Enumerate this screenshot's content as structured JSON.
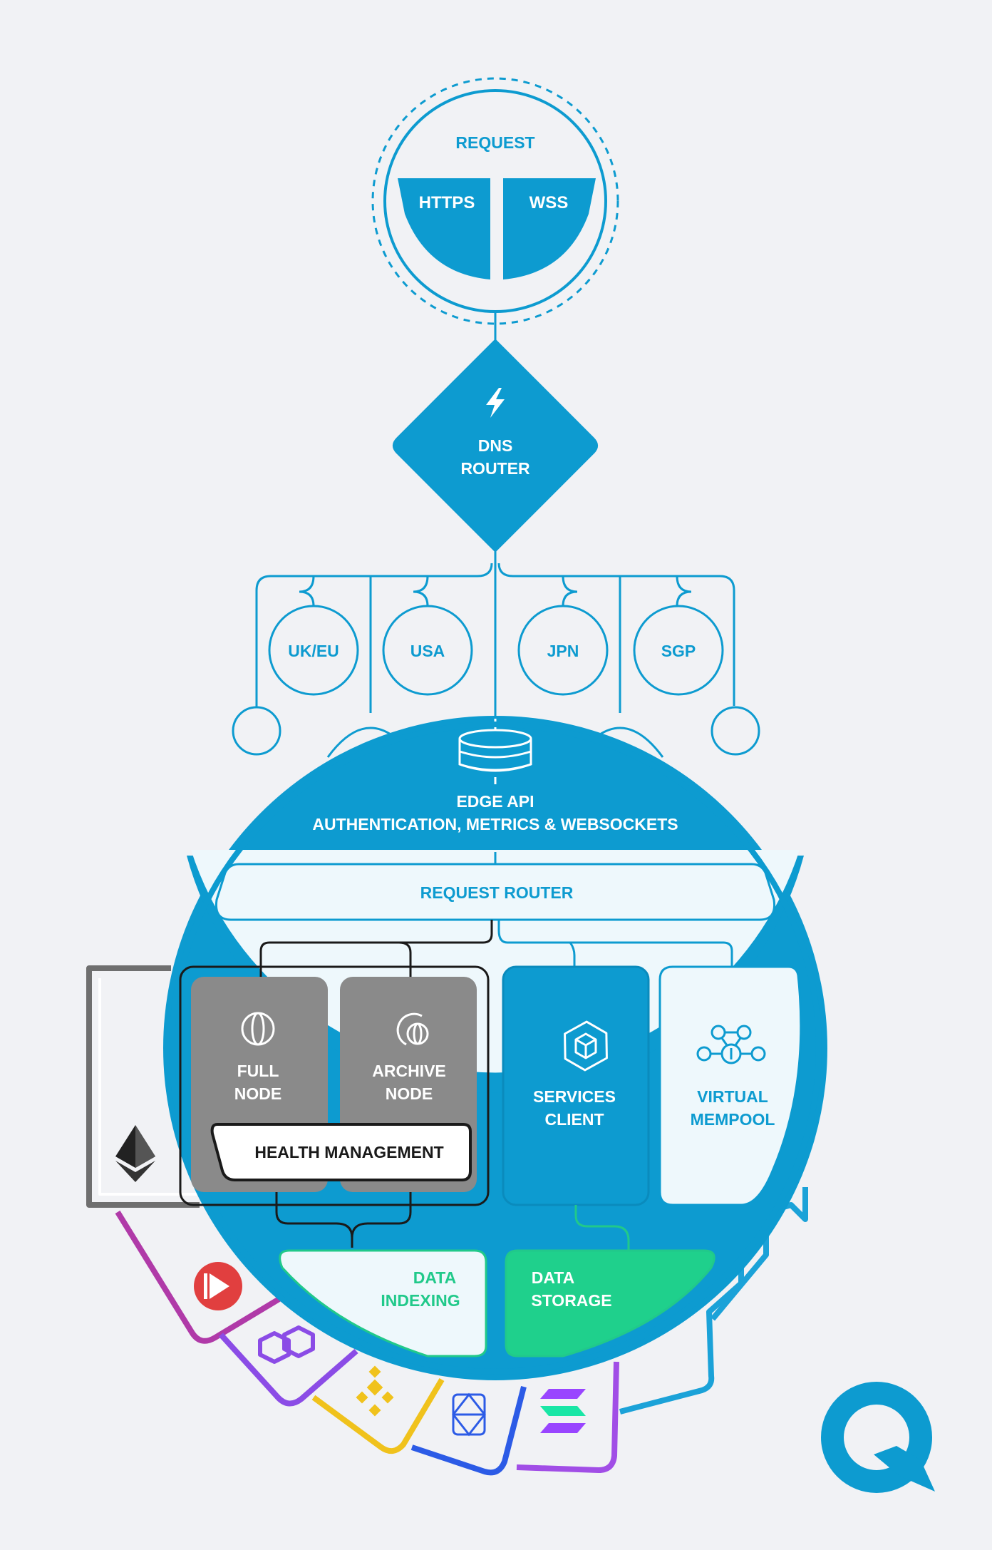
{
  "request": {
    "title": "REQUEST",
    "protocols": [
      "HTTPS",
      "WSS"
    ]
  },
  "dns_router": {
    "line1": "DNS",
    "line2": "ROUTER"
  },
  "regions": [
    "UK/EU",
    "USA",
    "JPN",
    "SGP"
  ],
  "edge_api": {
    "title": "EDGE API",
    "subtitle": "AUTHENTICATION, METRICS & WEBSOCKETS"
  },
  "request_router": {
    "label": "REQUEST ROUTER"
  },
  "full_node": {
    "line1": "FULL",
    "line2": "NODE"
  },
  "archive_node": {
    "line1": "ARCHIVE",
    "line2": "NODE"
  },
  "health_management": {
    "label": "HEALTH MANAGEMENT"
  },
  "services_client": {
    "line1": "SERVICES",
    "line2": "CLIENT"
  },
  "virtual_mempool": {
    "line1": "VIRTUAL",
    "line2": "MEMPOOL"
  },
  "data_indexing": {
    "line1": "DATA",
    "line2": "INDEXING"
  },
  "data_storage": {
    "line1": "DATA",
    "line2": "STORAGE"
  },
  "colors": {
    "blue": "#0d9bd0",
    "dark_blue": "#0a8bbd",
    "light_panel": "#eef8fc",
    "gray_node": "#8a8a8a",
    "green": "#21c98a",
    "green_fill": "#1fd08c",
    "chain_gray": "#6f6f6f",
    "chain_magenta": "#b03aa8",
    "chain_purple": "#8b4ce6",
    "chain_yellow": "#f0c21c",
    "chain_blue": "#2c5be6",
    "chain_violet": "#a14ee6",
    "chain_cyan": "#1ba2d8"
  },
  "chain_icons": [
    "ethereum-icon",
    "avalanche-like-icon",
    "polygon-icon",
    "bnb-icon",
    "fantom-icon",
    "solana-icon"
  ],
  "brand": "quicknode-logo"
}
